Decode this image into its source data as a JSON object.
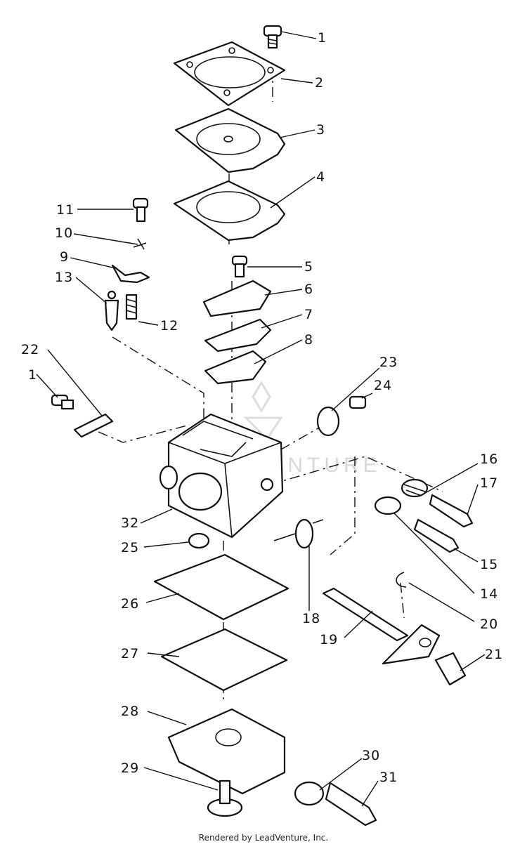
{
  "watermark": "LEADVENTURE",
  "footer": "Rendered by LeadVenture, Inc.",
  "callouts": {
    "c1a": "1",
    "c2": "2",
    "c3": "3",
    "c4": "4",
    "c5": "5",
    "c6": "6",
    "c7": "7",
    "c8": "8",
    "c9": "9",
    "c10": "10",
    "c11": "11",
    "c12": "12",
    "c13": "13",
    "c1b": "1",
    "c22": "22",
    "c23": "23",
    "c24": "24",
    "c16": "16",
    "c17": "17",
    "c32": "32",
    "c25": "25",
    "c18": "18",
    "c15": "15",
    "c14": "14",
    "c20": "20",
    "c26": "26",
    "c19": "19",
    "c27": "27",
    "c21": "21",
    "c28": "28",
    "c29": "29",
    "c30": "30",
    "c31": "31"
  }
}
